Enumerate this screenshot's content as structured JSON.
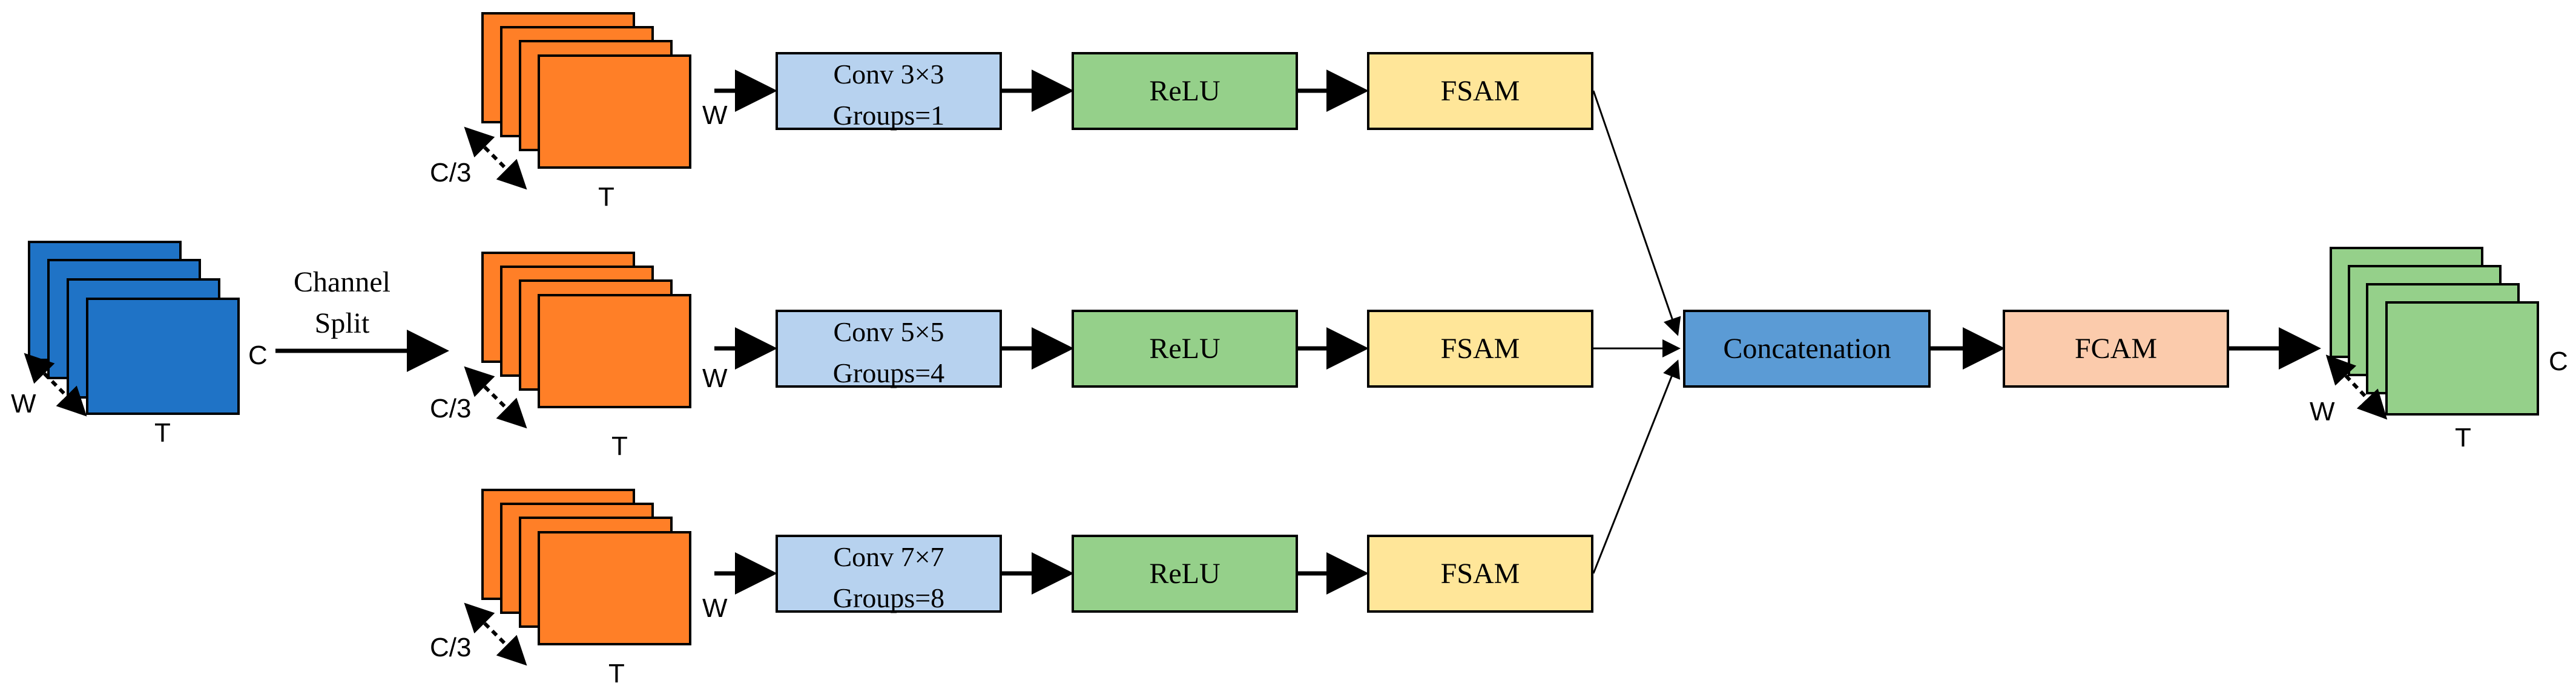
{
  "colors": {
    "input_tensor": "#1f73c6",
    "branch_tensor": "#ff7f27",
    "output_tensor": "#95d08a",
    "conv_fill": "#b7d2ef",
    "relu_fill": "#95d08a",
    "fsam_fill": "#ffe699",
    "concat_fill": "#5b9bd5",
    "fcam_fill": "#fbcbac",
    "stroke": "#000000"
  },
  "input_tensor": {
    "dim_c": "C",
    "dim_w": "W",
    "dim_t": "T"
  },
  "split": {
    "line1": "Channel",
    "line2": "Split"
  },
  "branches": [
    {
      "dim_c": "C/3",
      "dim_w": "W",
      "dim_t": "T",
      "conv_line1": "Conv 3×3",
      "conv_line2": "Groups=1",
      "relu": "ReLU",
      "fsam": "FSAM"
    },
    {
      "dim_c": "C/3",
      "dim_w": "W",
      "dim_t": "T",
      "conv_line1": "Conv 5×5",
      "conv_line2": "Groups=4",
      "relu": "ReLU",
      "fsam": "FSAM"
    },
    {
      "dim_c": "C/3",
      "dim_w": "W",
      "dim_t": "T",
      "conv_line1": "Conv 7×7",
      "conv_line2": "Groups=8",
      "relu": "ReLU",
      "fsam": "FSAM"
    }
  ],
  "concat": "Concatenation",
  "fcam": "FCAM",
  "output_tensor": {
    "dim_c": "C",
    "dim_w": "W",
    "dim_t": "T"
  }
}
